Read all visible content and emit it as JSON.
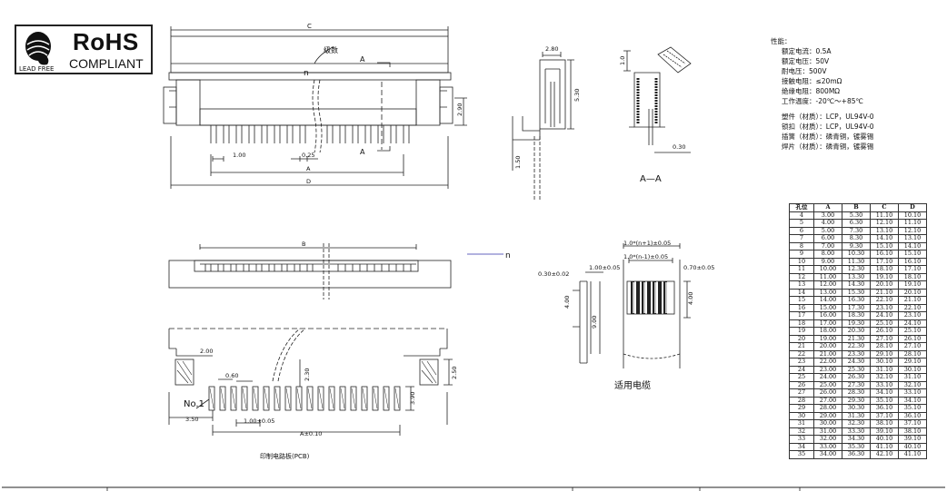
{
  "logo": {
    "rohs": "RoHS",
    "compliant": "COMPLIANT",
    "lead_free": "LEAD FREE"
  },
  "front_view": {
    "dim_c": "C",
    "pole_count": "级数",
    "n": "n",
    "section_a_top": "A",
    "section_a_bottom": "A",
    "pitch": "1.00",
    "pin_width": "0.25",
    "dim_a": "A",
    "dim_d": "D",
    "height": "2.90"
  },
  "side_view": {
    "width": "2.80",
    "height": "5.30",
    "lead": "1.50"
  },
  "section_view": {
    "dim_top": "1.0",
    "dim_bottom": "0.30",
    "label": "A—A"
  },
  "top_view": {
    "dim_b": "B",
    "n_marker": "n"
  },
  "cable_view": {
    "dim_total": "1.0*(n+1)±0.05",
    "dim_inner": "1.0*(n-1)±0.05",
    "left_pitch": "1.00±0.05",
    "right_dim": "0.70±0.05",
    "thickness": "0.30±0.02",
    "length_short": "4.00",
    "length_long": "9.00",
    "length_right": "4.00",
    "caption": "适用电缆"
  },
  "pcb_view": {
    "dim_2_00": "2.00",
    "dim_0_60": "0.60",
    "dim_2_30": "2.30",
    "dim_2_50": "2.50",
    "dim_3_90": "3.90",
    "no1": "No.1",
    "dim_3_50": "3.50",
    "pitch": "1.00±0.05",
    "dim_a": "A±0.10",
    "caption": "印制电路板(PCB)"
  },
  "specs": {
    "heading": "性能：",
    "electrical": [
      "额定电流：0.5A",
      "额定电压：50V",
      "耐电压：500V",
      "接触电阻：≤20mΩ",
      "绝缘电阻：800MΩ",
      "工作温度：-20℃～+85℃"
    ],
    "materials": [
      "塑件（材质）：LCP，UL94V-0",
      "锁扣（材质）：LCP，UL94V-0",
      "插簧（材质）：磷青铜，镀雾锡",
      "焊片（材质）：磷青铜，镀雾锡"
    ]
  },
  "dimension_table": {
    "headers": [
      "孔位",
      "A",
      "B",
      "C",
      "D"
    ],
    "rows": [
      [
        "4",
        "3.00",
        "5.30",
        "11.10",
        "10.10"
      ],
      [
        "5",
        "4.00",
        "6.30",
        "12.10",
        "11.10"
      ],
      [
        "6",
        "5.00",
        "7.30",
        "13.10",
        "12.10"
      ],
      [
        "7",
        "6.00",
        "8.30",
        "14.10",
        "13.10"
      ],
      [
        "8",
        "7.00",
        "9.30",
        "15.10",
        "14.10"
      ],
      [
        "9",
        "8.00",
        "10.30",
        "16.10",
        "15.10"
      ],
      [
        "10",
        "9.00",
        "11.30",
        "17.10",
        "16.10"
      ],
      [
        "11",
        "10.00",
        "12.30",
        "18.10",
        "17.10"
      ],
      [
        "12",
        "11.00",
        "13.30",
        "19.10",
        "18.10"
      ],
      [
        "13",
        "12.00",
        "14.30",
        "20.10",
        "19.10"
      ],
      [
        "14",
        "13.00",
        "15.30",
        "21.10",
        "20.10"
      ],
      [
        "15",
        "14.00",
        "16.30",
        "22.10",
        "21.10"
      ],
      [
        "16",
        "15.00",
        "17.30",
        "23.10",
        "22.10"
      ],
      [
        "17",
        "16.00",
        "18.30",
        "24.10",
        "23.10"
      ],
      [
        "18",
        "17.00",
        "19.30",
        "25.10",
        "24.10"
      ],
      [
        "19",
        "18.00",
        "20.30",
        "26.10",
        "25.10"
      ],
      [
        "20",
        "19.00",
        "21.30",
        "27.10",
        "26.10"
      ],
      [
        "21",
        "20.00",
        "22.30",
        "28.10",
        "27.10"
      ],
      [
        "22",
        "21.00",
        "23.30",
        "29.10",
        "28.10"
      ],
      [
        "23",
        "22.00",
        "24.30",
        "30.10",
        "29.10"
      ],
      [
        "24",
        "23.00",
        "25.30",
        "31.10",
        "30.10"
      ],
      [
        "25",
        "24.00",
        "26.30",
        "32.10",
        "31.10"
      ],
      [
        "26",
        "25.00",
        "27.30",
        "33.10",
        "32.10"
      ],
      [
        "27",
        "26.00",
        "28.30",
        "34.10",
        "33.10"
      ],
      [
        "28",
        "27.00",
        "29.30",
        "35.10",
        "34.10"
      ],
      [
        "29",
        "28.00",
        "30.30",
        "36.10",
        "35.10"
      ],
      [
        "30",
        "29.00",
        "31.30",
        "37.10",
        "36.10"
      ],
      [
        "31",
        "30.00",
        "32.30",
        "38.10",
        "37.10"
      ],
      [
        "32",
        "31.00",
        "33.30",
        "39.10",
        "38.10"
      ],
      [
        "33",
        "32.00",
        "34.30",
        "40.10",
        "39.10"
      ],
      [
        "34",
        "33.00",
        "35.30",
        "41.10",
        "40.10"
      ],
      [
        "35",
        "34.00",
        "36.30",
        "42.10",
        "41.10"
      ]
    ]
  }
}
